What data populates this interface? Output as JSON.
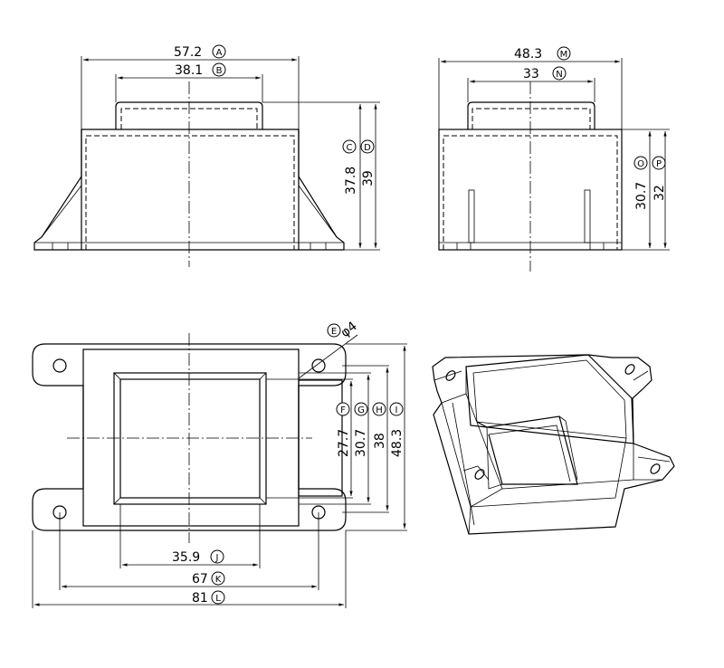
{
  "dimensions": {
    "A": {
      "value": "57.2",
      "letter": "A"
    },
    "B": {
      "value": "38.1",
      "letter": "B"
    },
    "C": {
      "value": "37.8",
      "letter": "C"
    },
    "D": {
      "value": "39",
      "letter": "D"
    },
    "E": {
      "value": "φ4",
      "letter": "E"
    },
    "F": {
      "value": "27.7",
      "letter": "F"
    },
    "G": {
      "value": "30.7",
      "letter": "G"
    },
    "H": {
      "value": "38",
      "letter": "H"
    },
    "I": {
      "value": "48.3",
      "letter": "I"
    },
    "J": {
      "value": "35.9",
      "letter": "J"
    },
    "K": {
      "value": "67",
      "letter": "K"
    },
    "L": {
      "value": "81",
      "letter": "L"
    },
    "M": {
      "value": "48.3",
      "letter": "M"
    },
    "N": {
      "value": "33",
      "letter": "N"
    },
    "O": {
      "value": "30.7",
      "letter": "O"
    },
    "P": {
      "value": "32",
      "letter": "P"
    }
  }
}
